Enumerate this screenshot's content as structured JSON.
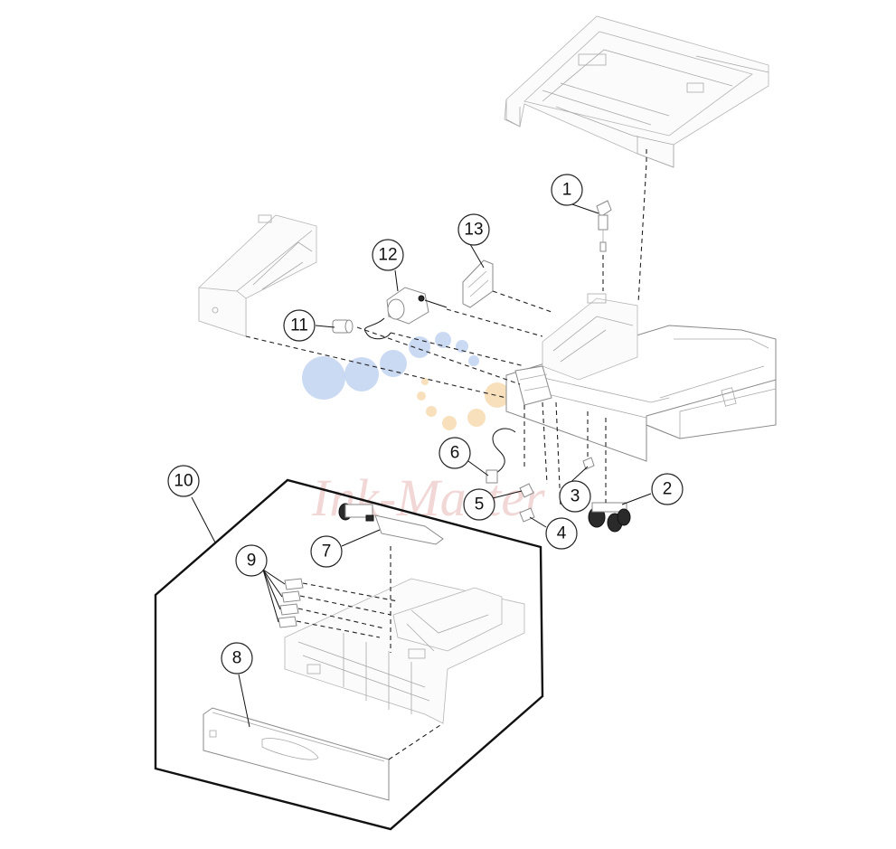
{
  "diagram": {
    "watermark": "Ink-Master",
    "callouts": [
      {
        "id": "1",
        "label": "1"
      },
      {
        "id": "2",
        "label": "2"
      },
      {
        "id": "3",
        "label": "3"
      },
      {
        "id": "4",
        "label": "4"
      },
      {
        "id": "5",
        "label": "5"
      },
      {
        "id": "6",
        "label": "6"
      },
      {
        "id": "7",
        "label": "7"
      },
      {
        "id": "8",
        "label": "8"
      },
      {
        "id": "9",
        "label": "9"
      },
      {
        "id": "10",
        "label": "10"
      },
      {
        "id": "11",
        "label": "11"
      },
      {
        "id": "12",
        "label": "12"
      },
      {
        "id": "13",
        "label": "13"
      }
    ]
  }
}
